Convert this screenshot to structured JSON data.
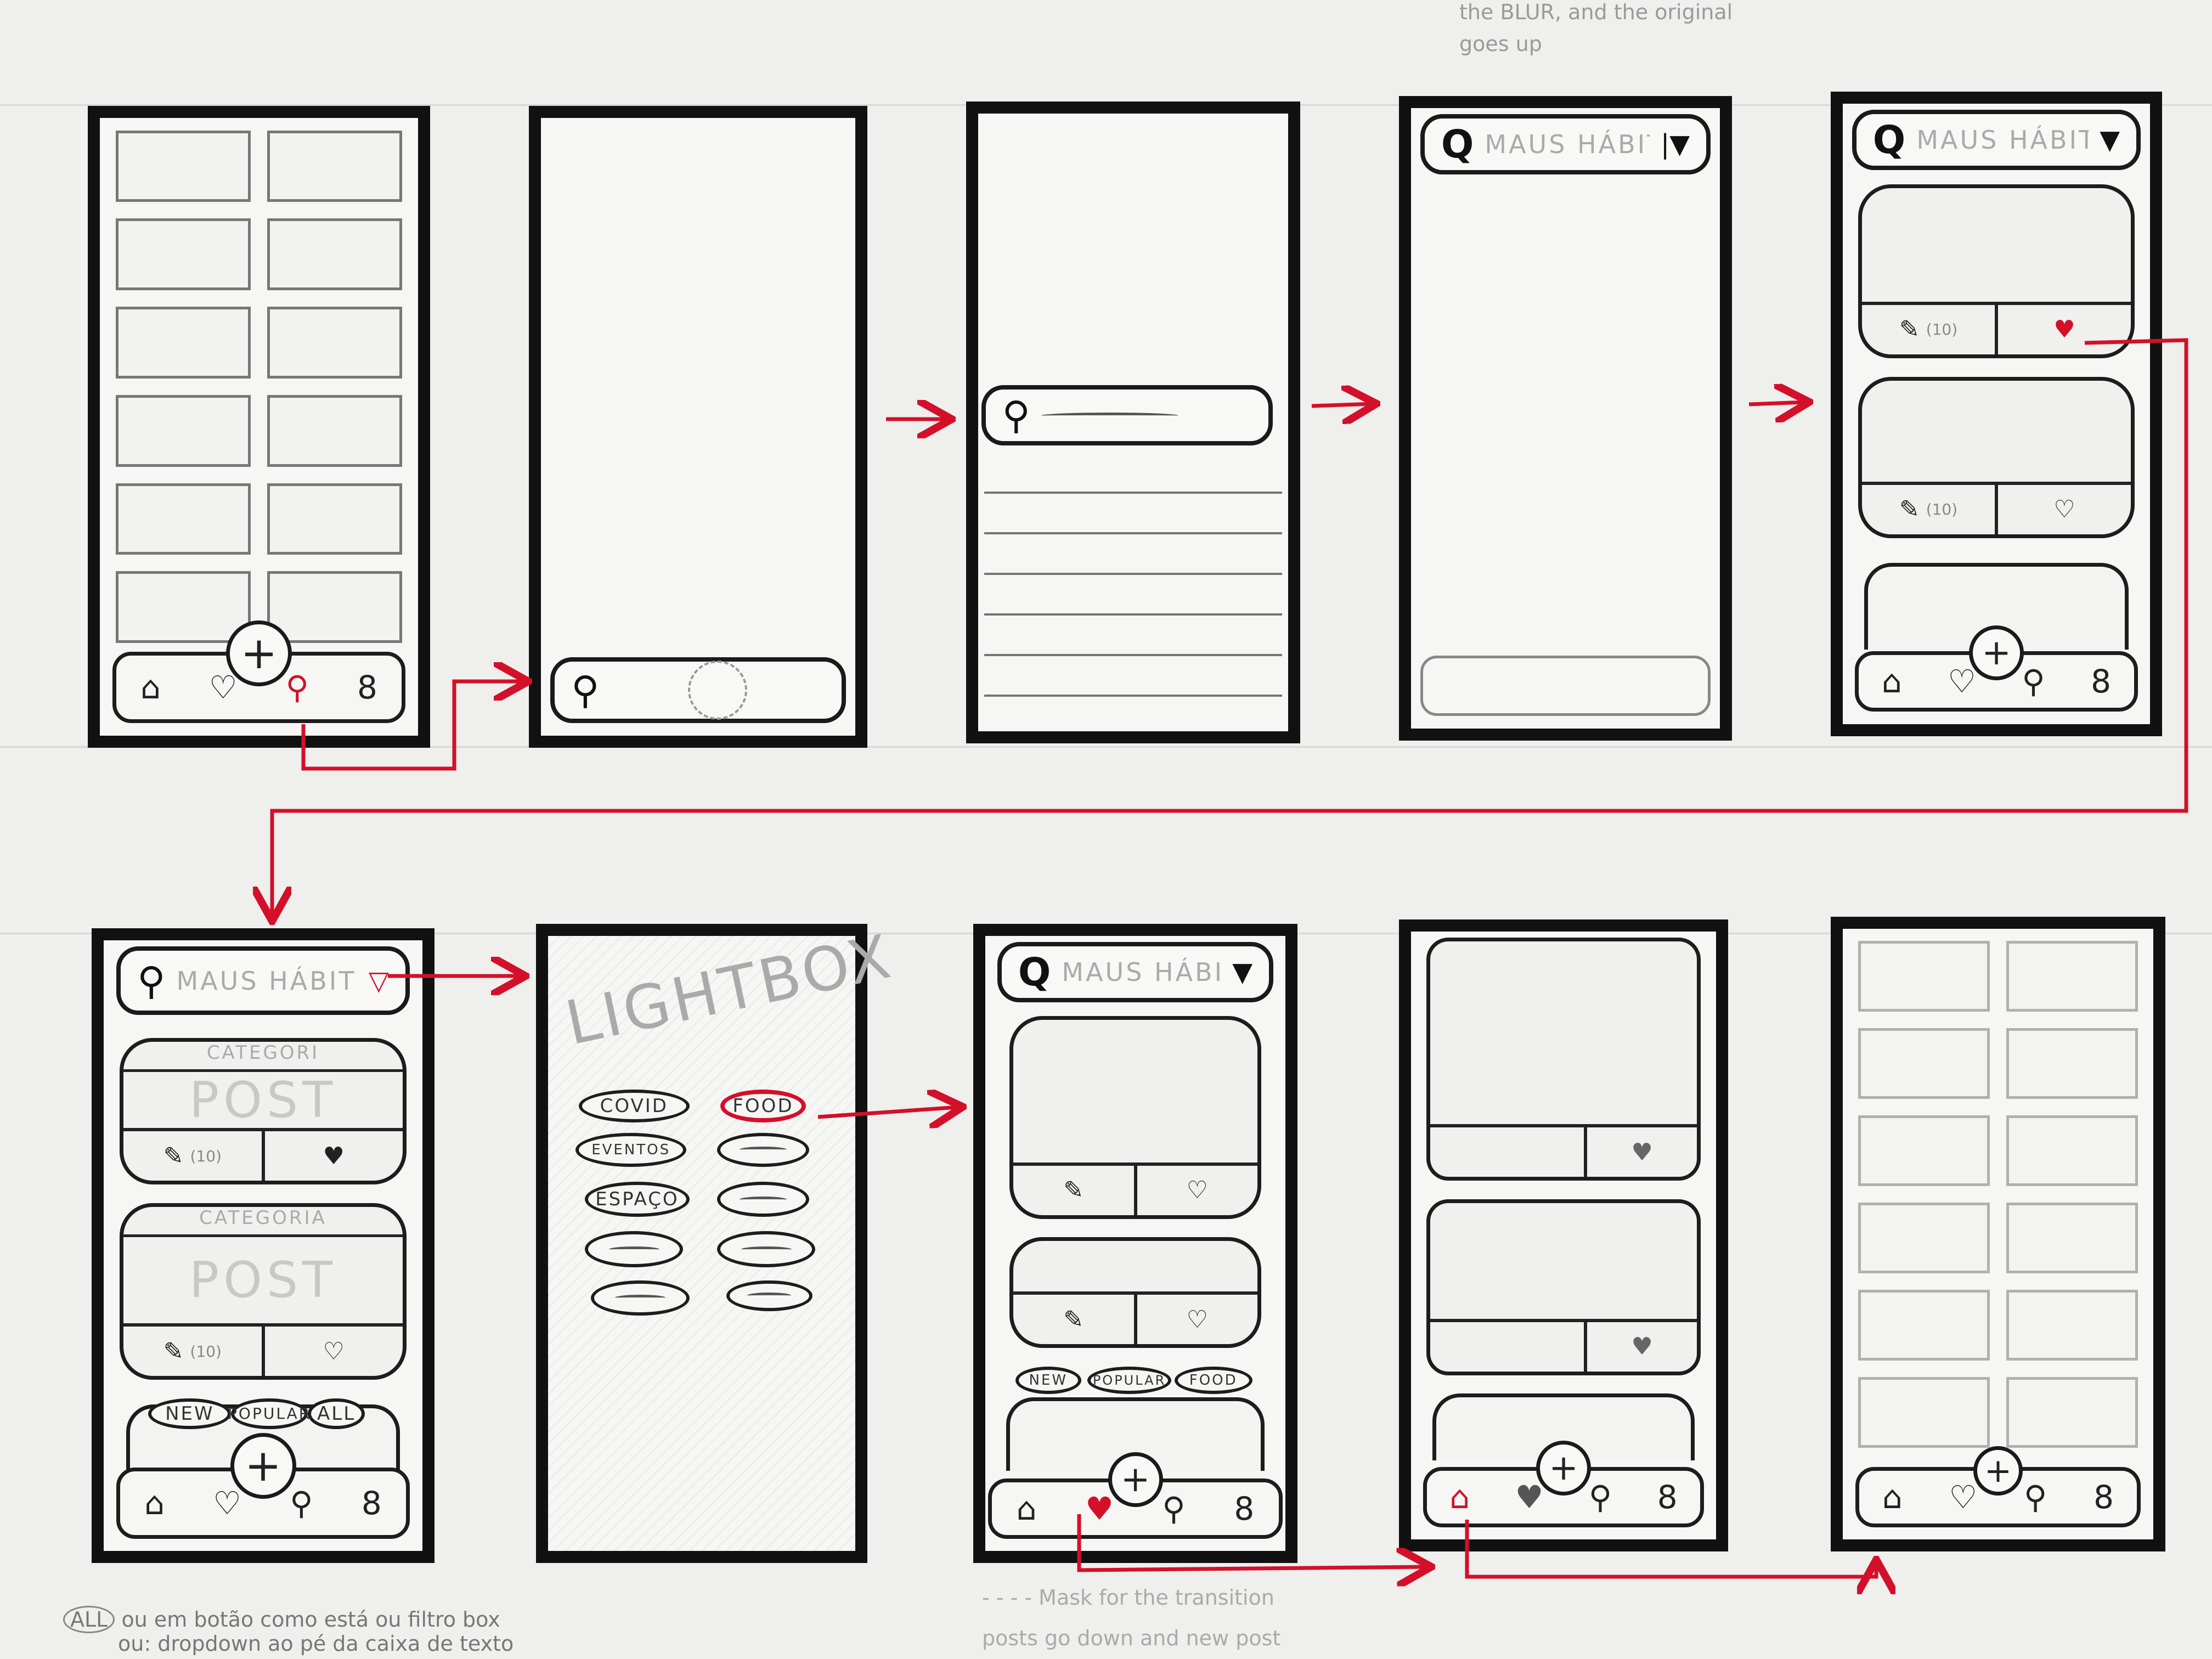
{
  "notes": {
    "top_right": [
      "the BLUR, and the original",
      "goes up"
    ],
    "bottom_left_tag": "ALL",
    "bottom_left": [
      "ou em botão como está ou filtro box",
      "ou: dropdown ao pé da caixa de texto"
    ],
    "bottom_center": [
      "Mask for the transition",
      "posts go down and new post"
    ]
  },
  "search": {
    "text": "MAUS HÁBITOS",
    "icon": "search-icon",
    "filter_icon": "filter-icon"
  },
  "posts": {
    "count": "(10)",
    "post_label": "POST",
    "category_1": "CATEGORI",
    "category_2": "CATEGORIA"
  },
  "filters_a": [
    "NEW",
    "POPULAR",
    "ALL"
  ],
  "filters_b": [
    "NEW",
    "POPULAR",
    "FOOD"
  ],
  "lightbox": {
    "title": "LIGHTBOX",
    "chips": [
      "COVID",
      "FOOD",
      "EVENTOS",
      "ESPAÇO"
    ]
  },
  "nav": {
    "plus": "+",
    "home": "⌂",
    "heart": "♡",
    "heart_filled": "♥",
    "search": "⚲",
    "profile": "8"
  },
  "colors": {
    "ink": "#111111",
    "accent": "#d3102a",
    "paper": "#efefed"
  }
}
